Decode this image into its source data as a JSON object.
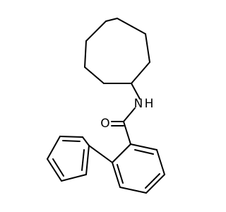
{
  "atoms": {
    "n_label": "N",
    "h_label": "H",
    "o_label": "O"
  },
  "colors": {
    "bond": "#000000",
    "background": "#ffffff"
  }
}
